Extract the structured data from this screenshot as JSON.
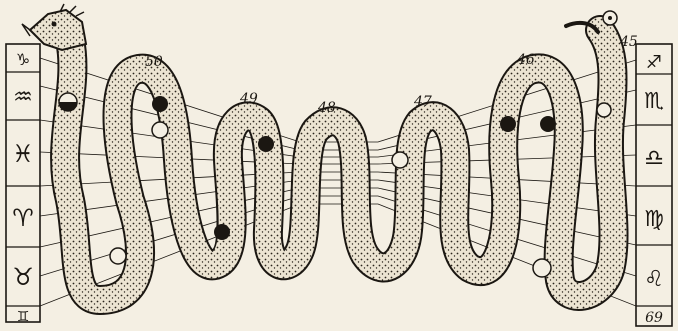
{
  "numbers": [
    "50",
    "49",
    "48",
    "47",
    "46",
    "45",
    "69"
  ],
  "left_column_signs": [
    "♑",
    "♒",
    "♓",
    "♈",
    "♉",
    "♊"
  ],
  "right_column_signs": [
    "♐",
    "♏",
    "♎",
    "♍",
    "♌"
  ],
  "colors": {
    "ink": "#1b1712",
    "paper": "#f4efe3",
    "body": "#ebe3d1"
  }
}
